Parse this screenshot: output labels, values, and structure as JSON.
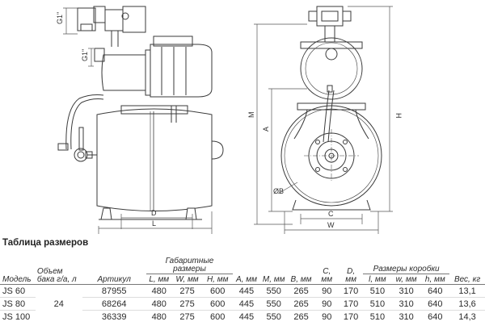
{
  "drawing": {
    "labels": {
      "g1_top": "G1\"",
      "g1_side": "G1\"",
      "d": "D",
      "l": "L",
      "m": "M",
      "a": "A",
      "h": "H",
      "b": "ØB",
      "c": "C",
      "w": "W"
    }
  },
  "table": {
    "title": "Таблица размеров",
    "headers": {
      "model": "Модель",
      "tank": "Объем бака г/а, л",
      "article": "Артикул",
      "overall": "Габаритные размеры",
      "overall_sub": [
        "L, мм",
        "W, мм",
        "H, мм"
      ],
      "a": "A, мм",
      "m": "M, мм",
      "b": "B, мм",
      "c": "C, мм",
      "d": "D, мм",
      "box": "Размеры коробки",
      "box_sub": [
        "l, мм",
        "w, мм",
        "h, мм"
      ],
      "weight": "Вес, кг"
    },
    "tank_volume": "24",
    "rows": [
      {
        "model": "JS 60",
        "article": "87955",
        "L": "480",
        "W": "275",
        "H": "600",
        "A": "445",
        "M": "550",
        "B": "265",
        "C": "90",
        "D": "170",
        "l": "510",
        "w": "310",
        "h": "640",
        "weight": "13,1"
      },
      {
        "model": "JS 80",
        "article": "68264",
        "L": "480",
        "W": "275",
        "H": "600",
        "A": "445",
        "M": "550",
        "B": "265",
        "C": "90",
        "D": "170",
        "l": "510",
        "w": "310",
        "h": "640",
        "weight": "13,6"
      },
      {
        "model": "JS 100",
        "article": "36339",
        "L": "480",
        "W": "275",
        "H": "600",
        "A": "445",
        "M": "550",
        "B": "265",
        "C": "90",
        "D": "170",
        "l": "510",
        "w": "310",
        "h": "640",
        "weight": "14,3"
      }
    ]
  }
}
